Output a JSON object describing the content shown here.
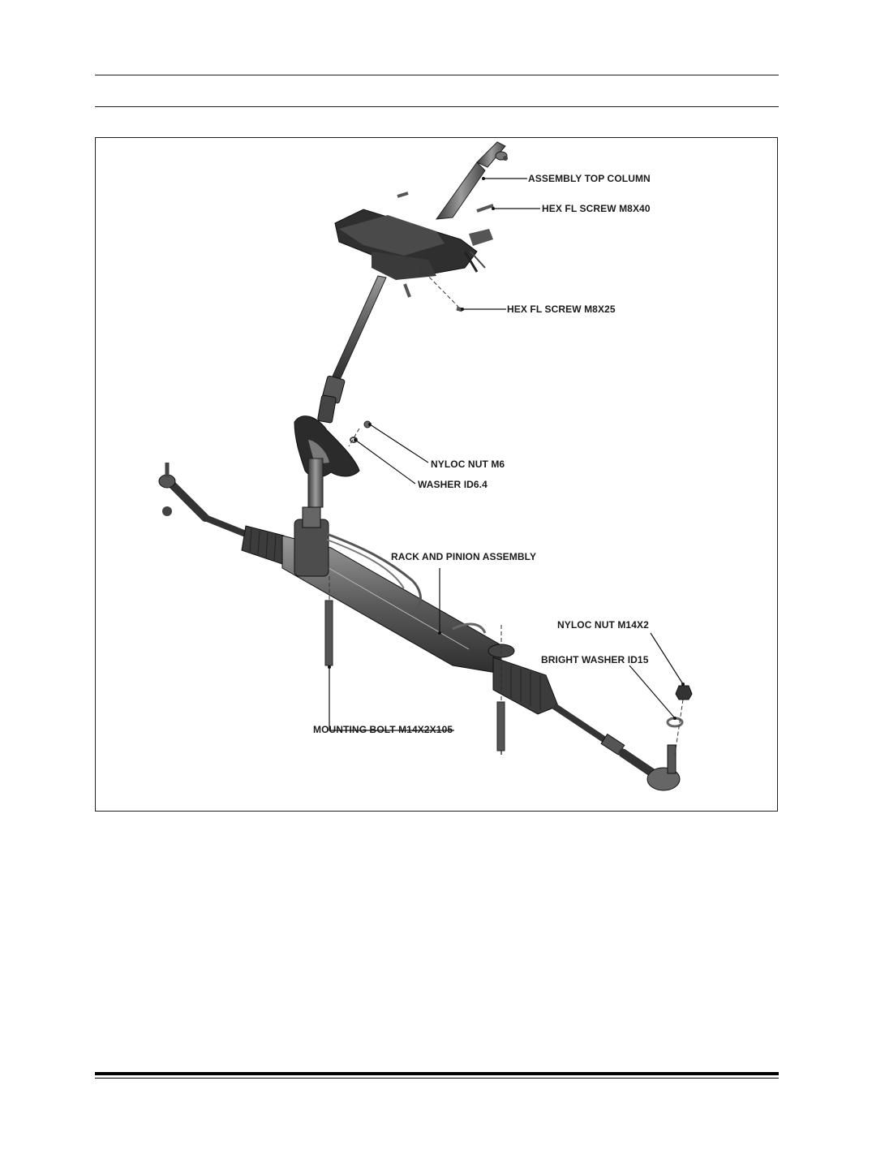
{
  "figure": {
    "callouts": {
      "assembly_top_column": "ASSEMBLY TOP COLUMN",
      "hex_fl_screw_m8x40": "HEX FL SCREW M8X40",
      "hex_fl_screw_m8x25": "HEX FL SCREW M8X25",
      "nyloc_nut_m6": "NYLOC NUT M6",
      "washer_id64": "WASHER ID6.4",
      "rack_and_pinion_assembly": "RACK AND PINION ASSEMBLY",
      "nyloc_nut_m14x2": "NYLOC NUT M14X2",
      "bright_washer_id15": "BRIGHT WASHER ID15",
      "mounting_bolt_m14x2x105": "MOUNTING BOLT M14X2X105"
    }
  }
}
